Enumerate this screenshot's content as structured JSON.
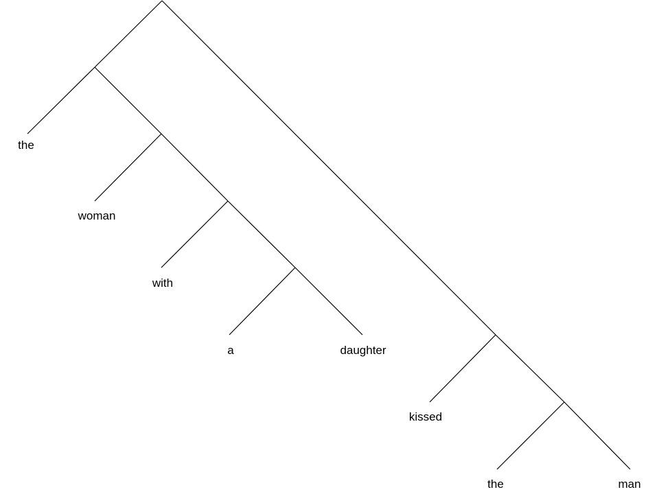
{
  "tree": {
    "words": [
      "the",
      "woman",
      "with",
      "a",
      "daughter",
      "kissed",
      "the",
      "man"
    ]
  }
}
